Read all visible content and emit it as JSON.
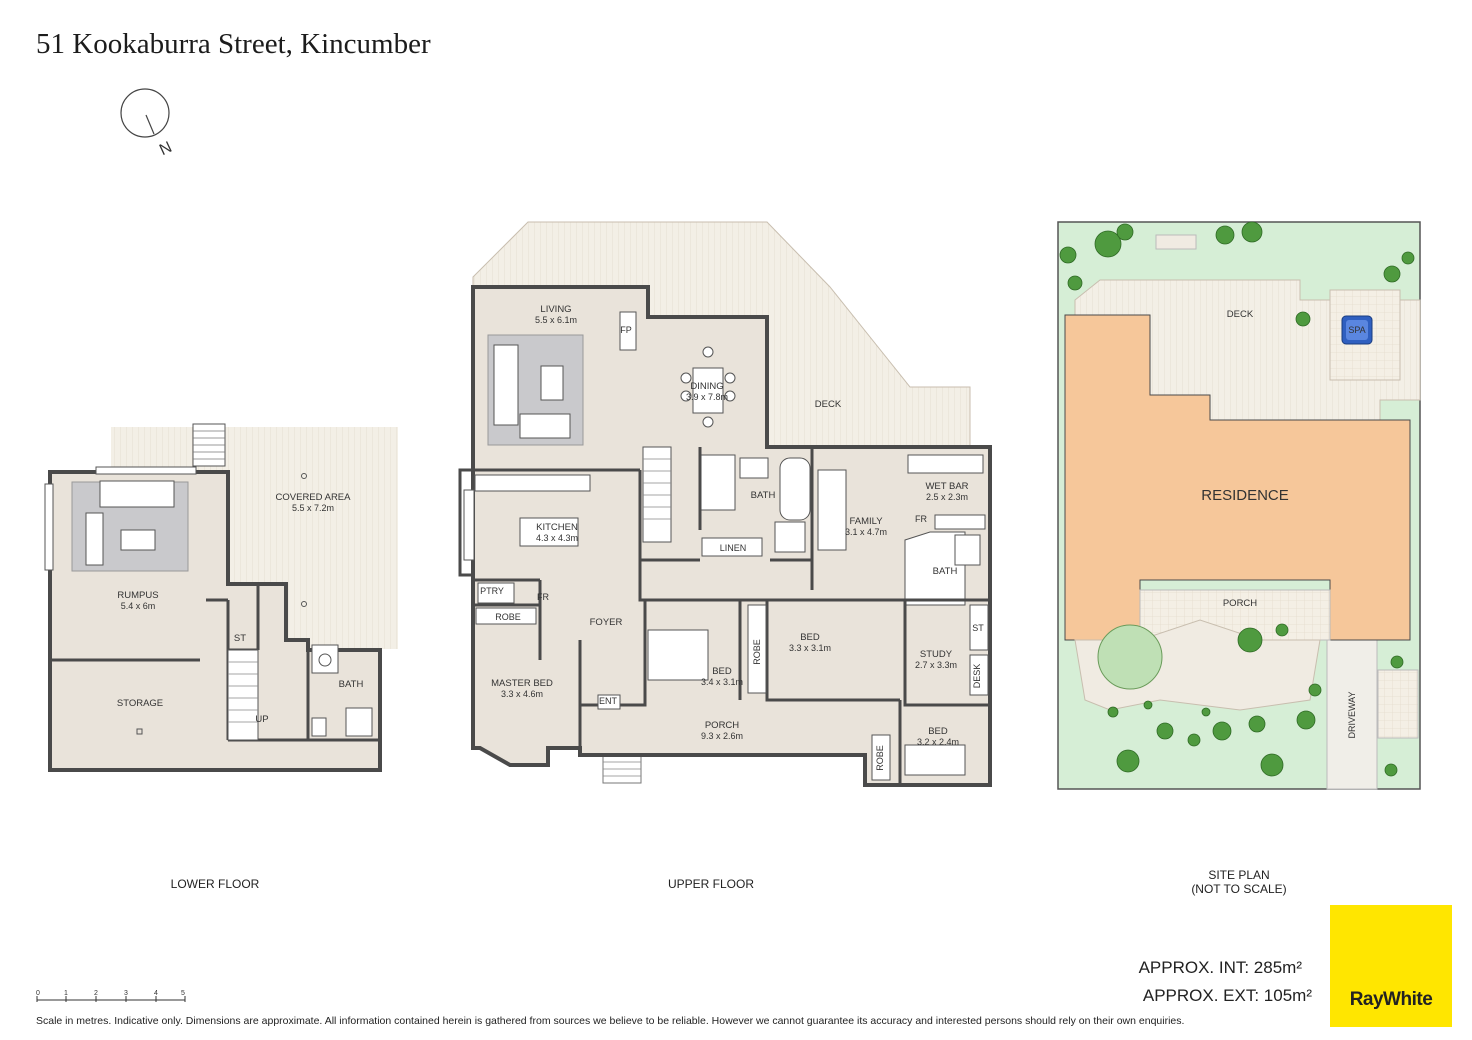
{
  "title": "51 Kookaburra Street, Kincumber",
  "compass": {
    "label": "N"
  },
  "lower_floor": {
    "caption": "LOWER FLOOR",
    "rooms": {
      "rumpus": {
        "name": "RUMPUS",
        "size": "5.4 x 6m"
      },
      "covered": {
        "name": "COVERED AREA",
        "size": "5.5 x 7.2m"
      },
      "storage": {
        "name": "STORAGE"
      },
      "st": "ST",
      "bath": "BATH",
      "up": "UP"
    }
  },
  "upper_floor": {
    "caption": "UPPER FLOOR",
    "rooms": {
      "living": {
        "name": "LIVING",
        "size": "5.5 x 6.1m"
      },
      "fp": "FP",
      "dining": {
        "name": "DINING",
        "size": "3.9 x 7.8m"
      },
      "deck": "DECK",
      "kitchen": {
        "name": "KITCHEN",
        "size": "4.3 x 4.3m"
      },
      "bath1": "BATH",
      "linen": "LINEN",
      "family": {
        "name": "FAMILY",
        "size": "3.1 x 4.7m"
      },
      "wetbar": {
        "name": "WET BAR",
        "size": "2.5 x 2.3m"
      },
      "fr1": "FR",
      "bath2": "BATH",
      "ptry": "PTRY",
      "fr2": "FR",
      "robe1": "ROBE",
      "foyer": "FOYER",
      "master": {
        "name": "MASTER BED",
        "size": "3.3 x 4.6m"
      },
      "bed1": {
        "name": "BED",
        "size": "3.4 x 3.1m"
      },
      "robe2": "ROBE",
      "bed2": {
        "name": "BED",
        "size": "3.3 x 3.1m"
      },
      "st": "ST",
      "study": {
        "name": "STUDY",
        "size": "2.7 x 3.3m"
      },
      "desk": "DESK",
      "ent": "ENT",
      "porch": {
        "name": "PORCH",
        "size": "9.3 x 2.6m"
      },
      "bed3": {
        "name": "BED",
        "size": "3.2 x 2.4m"
      },
      "robe3": "ROBE"
    }
  },
  "site_plan": {
    "caption_line1": "SITE PLAN",
    "caption_line2": "(NOT TO SCALE)",
    "residence": "RESIDENCE",
    "deck": "DECK",
    "spa": "SPA",
    "porch": "PORCH",
    "driveway": "DRIVEWAY"
  },
  "area": {
    "int": "APPROX. INT:  285m²",
    "ext": "APPROX. EXT: 105m²"
  },
  "scale": {
    "ticks": [
      "0",
      "1",
      "2",
      "3",
      "4",
      "5"
    ]
  },
  "disclaimer": "Scale in metres. Indicative only. Dimensions are approximate. All information contained herein is gathered from sources we believe to be reliable. However we cannot guarantee its accuracy and interested persons should rely on their own enquiries.",
  "logo": {
    "text": "RayWhite"
  },
  "colors": {
    "floor": "#e9e3da",
    "deck": "#f3efe6",
    "wall": "#4a4a4a",
    "rug": "#c9c9cc",
    "residence": "#f6c79a",
    "lawn": "#d6eed6",
    "spa": "#2f5fc0",
    "logo": "#ffe600"
  }
}
